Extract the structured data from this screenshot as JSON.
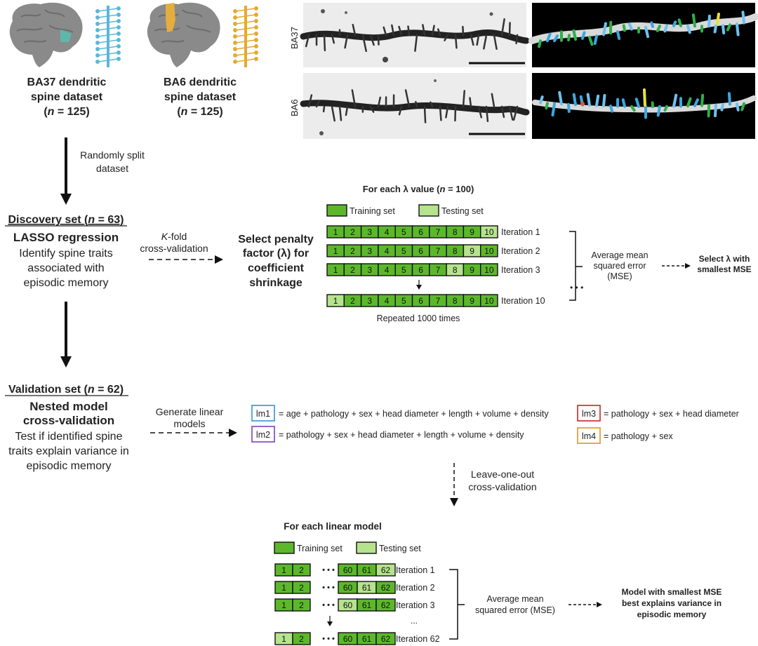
{
  "colors": {
    "training": "#5cb82a",
    "testing": "#b6e38d",
    "arrow": "#111111",
    "lm1": "#4a9fd8",
    "lm2": "#8c54c9",
    "lm3": "#d23b3b",
    "lm4": "#e0a23a",
    "brain": "#8a8a8a",
    "ba37_highlight": "#5fb7aa",
    "ba6_highlight": "#e5ad3d",
    "neuron_blue": "#5bb7d8",
    "neuron_orange": "#e5a92c"
  },
  "datasets": {
    "ba37": {
      "line1": "BA37 dendritic",
      "line2": "spine dataset",
      "n_open": "(",
      "n_var": "n",
      "n_close": " = 125)"
    },
    "ba6": {
      "line1": "BA6 dendritic",
      "line2": "spine dataset",
      "n_open": "(",
      "n_var": "n",
      "n_close": " = 125)"
    }
  },
  "micrographs": {
    "label_ba37": "BA37",
    "label_ba6": "BA6"
  },
  "split": {
    "line1": "Randomly split",
    "line2": "dataset"
  },
  "discovery": {
    "title_pre": "Discovery set (",
    "title_var": "n",
    "title_post": " = 63)",
    "method": "LASSO regression",
    "desc1": "Identify spine traits",
    "desc2": "associated with",
    "desc3": "episodic memory"
  },
  "kfold": {
    "k": "K",
    "rest": "-fold",
    "line2": "cross-validation"
  },
  "penalty": {
    "line1": "Select penalty",
    "line2": "factor (λ) for",
    "line3": "coefficient",
    "line4": "shrinkage"
  },
  "lambda_block": {
    "title_pre": "For each λ value (",
    "title_var": "n",
    "title_post": " = 100)",
    "legend_training": "Training set",
    "legend_testing": "Testing set",
    "cells": [
      "1",
      "2",
      "3",
      "4",
      "5",
      "6",
      "7",
      "8",
      "9",
      "10"
    ],
    "rows": [
      {
        "label": "Iteration 1",
        "test_index": 9
      },
      {
        "label": "Iteration 2",
        "test_index": 8
      },
      {
        "label": "Iteration 3",
        "test_index": 7
      },
      {
        "label": "Iteration 10",
        "test_index": 0
      }
    ],
    "ellipsis": "• • •",
    "repeated": "Repeated 1000 times",
    "mse1": "Average mean",
    "mse2": "squared error",
    "mse3": "(MSE)",
    "select1": "Select λ with",
    "select2": "smallest MSE"
  },
  "validation": {
    "title_pre": "Validation set (",
    "title_var": "n",
    "title_post": " = 62)",
    "method1": "Nested model",
    "method2": "cross-validation",
    "desc1": "Test if identified spine",
    "desc2": "traits explain variance in",
    "desc3": "episodic memory"
  },
  "generate": {
    "line1": "Generate linear",
    "line2": "models"
  },
  "models": [
    {
      "tag": "lm1",
      "eq": "= age + pathology + sex + head diameter +  length + volume + density"
    },
    {
      "tag": "lm2",
      "eq": "= pathology + sex + head diameter + length + volume + density"
    },
    {
      "tag": "lm3",
      "eq": "= pathology + sex + head diameter"
    },
    {
      "tag": "lm4",
      "eq": "= pathology + sex"
    }
  ],
  "loo": {
    "line1": "Leave-one-out",
    "line2": "cross-validation"
  },
  "linear_block": {
    "title": "For each linear model",
    "legend_training": "Training set",
    "legend_testing": "Testing set",
    "cells_left": [
      "1",
      "2"
    ],
    "dots": "• • •",
    "cells_right": [
      "60",
      "61",
      "62"
    ],
    "rows": [
      {
        "label": "Iteration 1",
        "test_cell": "62"
      },
      {
        "label": "Iteration 2",
        "test_cell": "61"
      },
      {
        "label": "Iteration 3",
        "test_cell": "60"
      },
      {
        "label": "Iteration 62",
        "test_cell": "1"
      }
    ],
    "ellipsis": "...",
    "mse1": "Average mean",
    "mse2": "squared error (MSE)",
    "result1": "Model with smallest MSE",
    "result2": "best explains variance in",
    "result3": "episodic memory"
  }
}
